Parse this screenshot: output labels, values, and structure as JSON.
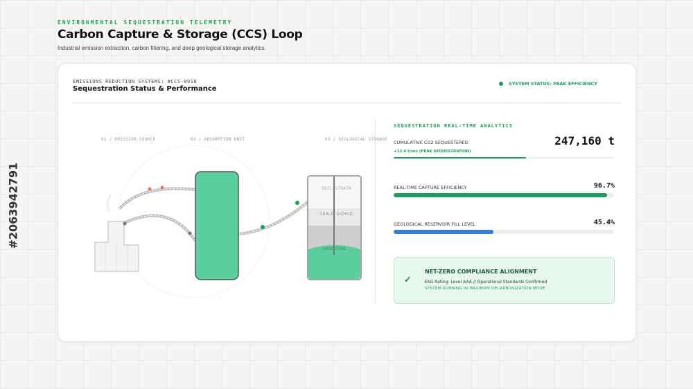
{
  "header": {
    "eyebrow": "ENVIRONMENTAL SEQUESTRATION TELEMETRY",
    "title": "Carbon Capture & Storage (CCS) Loop",
    "subtitle": "Industrial emission extraction, carbon filtering, and deep geological storage analytics."
  },
  "card": {
    "system_id": "EMISSIONS REDUCTION SYSTEMS: #CCS-9918",
    "title": "Sequestration Status & Performance",
    "status": "SYSTEM STATUS: PEAK EFFICIENCY"
  },
  "diagram": {
    "stages": [
      "01 / EMISSION SOURCE",
      "02 / ABSORPTION UNIT",
      "03 / GEOLOGICAL STORAGE"
    ],
    "strata": [
      "SOIL STRATA",
      "SHALE SHIELD",
      "SANDSTONE"
    ]
  },
  "analytics": {
    "title": "SEQUESTRATION REAL-TIME ANALYTICS",
    "cumulative": {
      "label": "CUMULATIVE CO2 SEQUESTERED",
      "value": "247,160 t",
      "rate": "+12.4 t/sec (PEAK SEQUESTRATION)",
      "progress": 0.6
    },
    "efficiency": {
      "label": "REAL-TIME CAPTURE EFFICIENCY",
      "value": "96.7%",
      "progress": 0.967
    },
    "reservoir": {
      "label": "GEOLOGICAL RESERVOIR FILL LEVEL",
      "value": "45.4%",
      "progress": 0.454
    }
  },
  "compliance": {
    "title": "NET-ZERO COMPLIANCE ALIGNMENT",
    "line": "ESG Rating: Level AAA // Operational Standards Confirmed",
    "mode": "SYSTEM RUNNING IN MAXIMUM DECARBONIZATION MODE"
  },
  "colors": {
    "accent": "#1f9a5e",
    "fill_green": "#5ccfa0",
    "blue": "#3a7bd5",
    "red": "#e0767a"
  },
  "watermark": "#2063942791"
}
